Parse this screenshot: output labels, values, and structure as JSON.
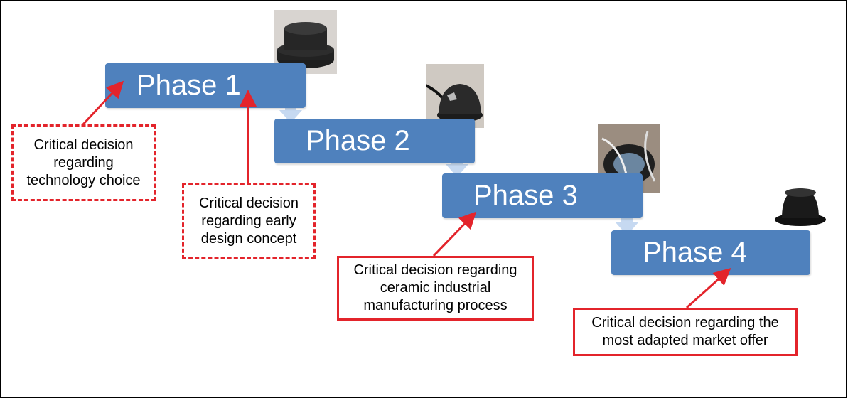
{
  "phases": [
    {
      "label": "Phase 1"
    },
    {
      "label": "Phase 2"
    },
    {
      "label": "Phase 3"
    },
    {
      "label": "Phase 4"
    }
  ],
  "decisions": [
    {
      "text": "Critical decision regarding technology choice",
      "style": "dashed"
    },
    {
      "text": "Critical decision regarding early design concept",
      "style": "dashed"
    },
    {
      "text": "Critical decision regarding ceramic industrial manufacturing process",
      "style": "solid"
    },
    {
      "text": "Critical decision regarding the most adapted market offer",
      "style": "solid"
    }
  ],
  "photos": [
    {
      "icon": "rubber-cap-photo"
    },
    {
      "icon": "domed-cap-with-cable-photo"
    },
    {
      "icon": "ceramic-ring-photo"
    },
    {
      "icon": "black-hat-cap-photo"
    }
  ],
  "colors": {
    "phase_fill": "#4f81bd",
    "decision_border": "#e3242b",
    "connector_arrow": "#c6d9f1"
  }
}
